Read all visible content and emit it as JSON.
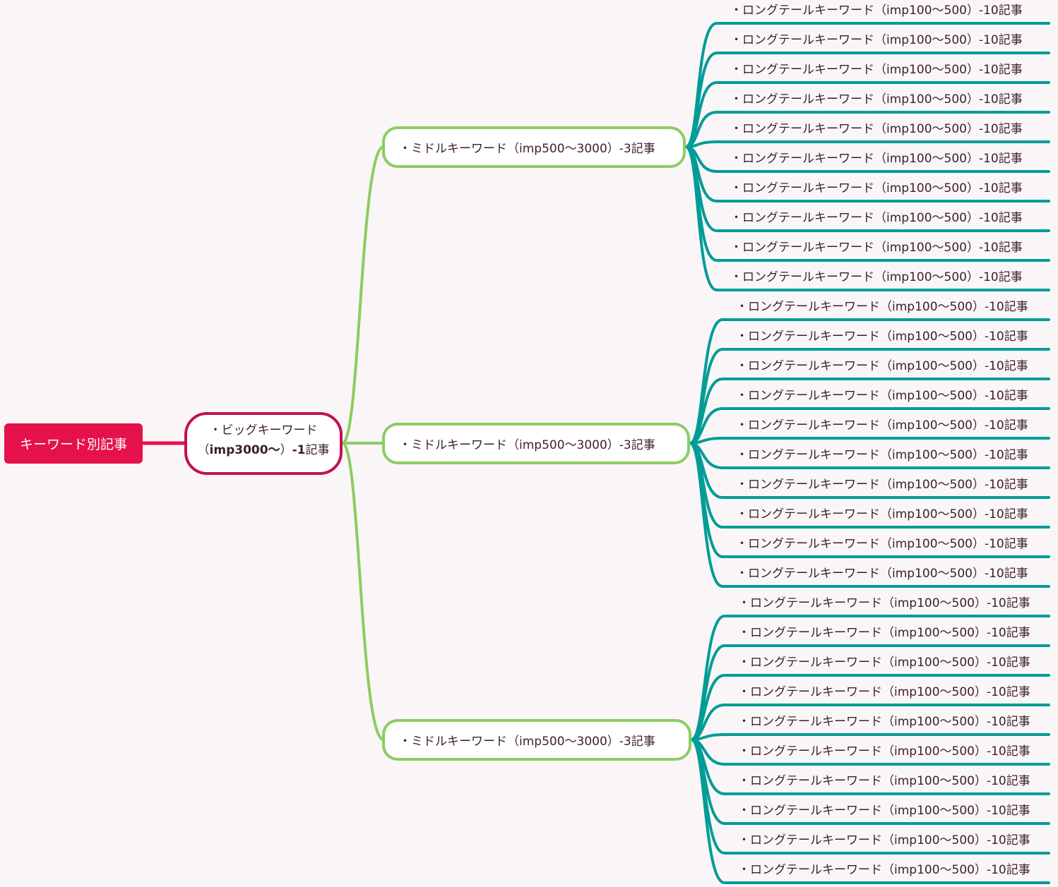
{
  "root": {
    "label": "キーワード別記事"
  },
  "big": {
    "line1": "・ビッグキーワード",
    "line2_pre": "（",
    "line2_bold1": "imp3000〜",
    "line2_mid": "）",
    "line2_bold2": "-1",
    "line2_post": "記事"
  },
  "middles": [
    {
      "label": "・ミドルキーワード（imp500〜3000）-3記事"
    },
    {
      "label": "・ミドルキーワード（imp500〜3000）-3記事"
    },
    {
      "label": "・ミドルキーワード（imp500〜3000）-3記事"
    }
  ],
  "leaf_label": "・ロングテールキーワード（imp100〜500）-10記事",
  "leaves_per_group": 10,
  "colors": {
    "root": "#e5114a",
    "big_border": "#c2134f",
    "middle_border": "#8ccd62",
    "leaf_line": "#009c97",
    "background": "#faf6f7"
  }
}
